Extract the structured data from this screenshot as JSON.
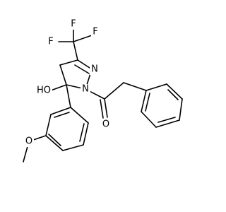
{
  "molecule": {
    "atoms": {
      "fluorine_top": "F",
      "fluorine_left": "F",
      "fluorine_right": "F",
      "ring_nitrogen_upper": "N",
      "ring_nitrogen_lower": "N",
      "hydroxyl": "HO",
      "carbonyl_oxygen": "O",
      "ether_oxygen": "O"
    },
    "colors": {
      "bond": "#000000",
      "label": "#000000",
      "background": "#ffffff"
    }
  }
}
